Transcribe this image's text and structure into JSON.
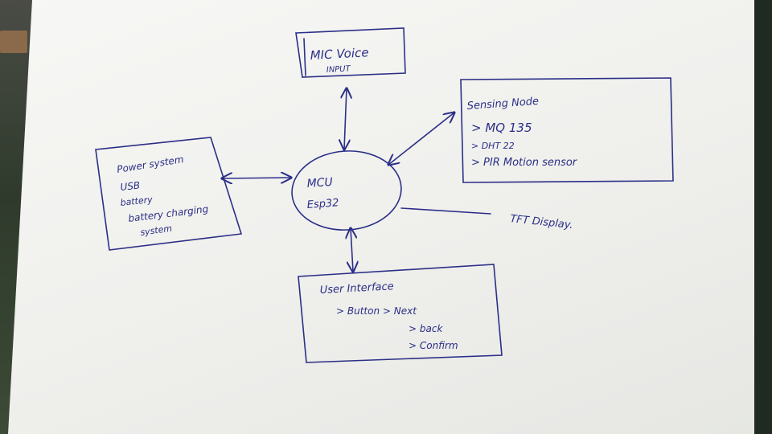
{
  "diagram": {
    "ink_color": "#2b2f86",
    "paper_color": "#f3f3f1",
    "nodes": {
      "mic": {
        "line1": "MIC Voice",
        "line2": "INPUT"
      },
      "sensing": {
        "title": "Sensing Node",
        "items": [
          "> MQ 135",
          "> DHT 22",
          "> PIR Motion sensor"
        ]
      },
      "power": {
        "title": "Power system",
        "items": [
          "USB",
          "battery",
          "battery charging",
          "system"
        ]
      },
      "mcu": {
        "line1": "MCU",
        "line2": "Esp32"
      },
      "ui": {
        "title": "User Interface",
        "items": [
          "> Button > Next",
          "> back",
          "> Confirm"
        ]
      },
      "tft": {
        "label": "TFT Display."
      }
    }
  }
}
